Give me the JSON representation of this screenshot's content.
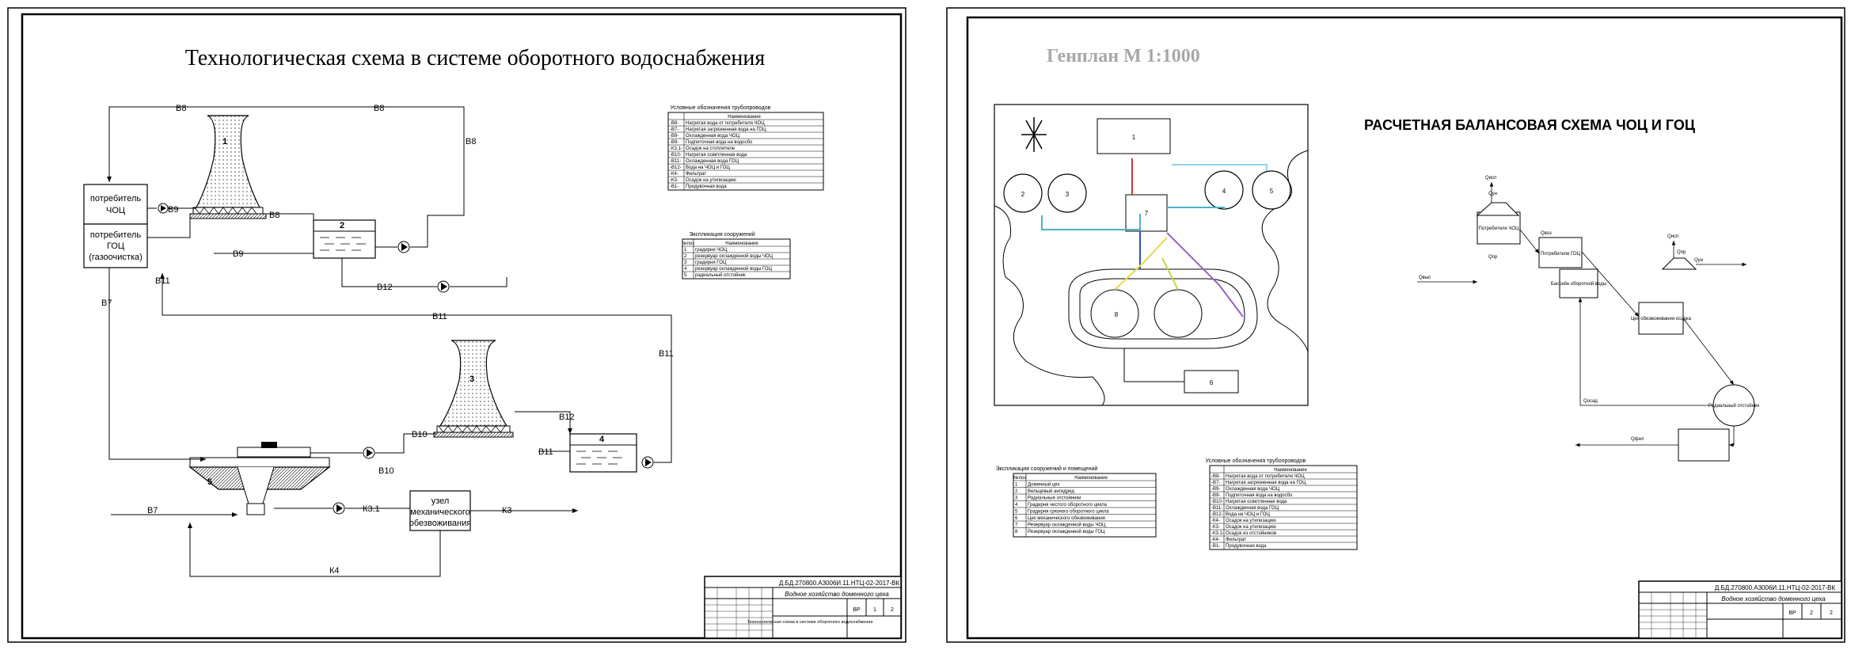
{
  "sheet1": {
    "title": "Технологическая схема в системе оборотного водоснабжения",
    "consumers": {
      "choc_line1": "потребитель",
      "choc_line2": "ЧОЦ",
      "goc_line1": "потребитель",
      "goc_line2": "ГОЦ",
      "goc_line3": "(газоочиcтка)"
    },
    "equipment_numbers": [
      "1",
      "2",
      "3",
      "4",
      "5"
    ],
    "unit_line1": "узел",
    "unit_line2": "механического",
    "unit_line3": "обезвоживания",
    "pipe_labels": {
      "b8_a": "В8",
      "b8_b": "В8",
      "b8_c": "В8",
      "b9_a": "В9",
      "b8_d": "В8",
      "b9_b": "В9",
      "b11_a": "В11",
      "b12_a": "В12",
      "b11_b": "В11",
      "b11_c": "В11",
      "b7_a": "В7",
      "b12_b": "В12",
      "b10_a": "В10",
      "b11_d": "В11",
      "b10_b": "В10",
      "b7_b": "В7",
      "k31": "К3.1",
      "k3": "К3",
      "k4": "К4"
    },
    "legend": {
      "title": "Условные обозначения трубопроводов",
      "header": "Наименование",
      "rows": [
        {
          "code": "-В8-",
          "name": "Нагретая вода от потребителя ЧОЦ"
        },
        {
          "code": "-В7-",
          "name": "Нагретая загрязненная вода на ГОЦ"
        },
        {
          "code": "-В9-",
          "name": "Охлажденная вода ЧОЦ"
        },
        {
          "code": "-В9-",
          "name": "Подпиточная вода на водосбо"
        },
        {
          "code": "-К3.1-",
          "name": "Осадок на стоплителе"
        },
        {
          "code": "-В10-",
          "name": "Нагретая осветленная вода"
        },
        {
          "code": "-В11-",
          "name": "Охлажденная вода ГОЦ"
        },
        {
          "code": "-В12-",
          "name": "Вода на ЧОЦ и ГОЦ"
        },
        {
          "code": "-К4-",
          "name": "Фильтрат"
        },
        {
          "code": "-К3-",
          "name": "Осадок на утилизацию"
        },
        {
          "code": "-В1-",
          "name": "Продувочная вода"
        }
      ]
    },
    "explication": {
      "title": "Экспликация сооружений",
      "header_num": "№поз",
      "header_name": "Наименование",
      "rows": [
        {
          "num": "1",
          "name": "градирня ЧОЦ"
        },
        {
          "num": "2",
          "name": "резервуар охлажденной воды ЧОЦ"
        },
        {
          "num": "3",
          "name": "градирня ГОЦ"
        },
        {
          "num": "4",
          "name": "резервуар охлажденной воды ГОЦ"
        },
        {
          "num": "5",
          "name": "радиальный отстойник"
        }
      ]
    },
    "stamp": {
      "code": "Д.БД.270800.А3006И.11.НТЦ-02-2017-ВК",
      "org": "Водное хозяйство доменного цеха",
      "sheet_title": "Технологическая схема в системе оборотного водоснабжения",
      "stage": "ВР",
      "sheet": "1",
      "sheets": "2"
    }
  },
  "sheet2": {
    "plan_title": "Генплан М 1:1000",
    "balance_title": "РАСЧЕТНАЯ БАЛАНСОВАЯ СХЕМА ЧОЦ И ГОЦ",
    "site_numbers": [
      "1",
      "2",
      "3",
      "4",
      "5",
      "6",
      "7",
      "8"
    ],
    "explication": {
      "title": "Экспликация сооружений и помещений",
      "header_num": "№поз",
      "header_name": "Наименование",
      "rows": [
        {
          "num": "1",
          "name": "Доменный цех"
        },
        {
          "num": "2",
          "name": "Вельцевый ангидрид"
        },
        {
          "num": "3",
          "name": "Радиальные отстойники"
        },
        {
          "num": "4",
          "name": "Градирня чистого оборотного цикла"
        },
        {
          "num": "5",
          "name": "Градирня грязного оборотного цикла"
        },
        {
          "num": "6",
          "name": "Цех механического обезвоживания"
        },
        {
          "num": "7",
          "name": "Резервуар охлажденной воды ЧОЦ"
        },
        {
          "num": "8",
          "name": "Резервуар охлажденной воды ГОЦ"
        }
      ]
    },
    "legend": {
      "title": "Условные обозначения трубопроводов",
      "header": "Наименование",
      "rows": [
        {
          "code": "-В8-",
          "name": "Нагретая вода от потребителя ЧОЦ"
        },
        {
          "code": "-В7-",
          "name": "Нагретая загрязненная вода на ГОЦ"
        },
        {
          "code": "-В9-",
          "name": "Охлажденная вода ЧОЦ"
        },
        {
          "code": "-В9-",
          "name": "Подпиточная вода на водосбо"
        },
        {
          "code": "-В10-",
          "name": "Нагретая осветленная вода"
        },
        {
          "code": "-В11-",
          "name": "Охлажденная вода ГОЦ"
        },
        {
          "code": "-В12-",
          "name": "Вода на ЧОЦ и ГОЦ"
        },
        {
          "code": "-К4-",
          "name": "Осадок на утилизацию"
        },
        {
          "code": "-К3-",
          "name": "Осадок на утилизацию"
        },
        {
          "code": "-К3.1-",
          "name": "Осадок из отстойников"
        },
        {
          "code": "-К4-",
          "name": "Фильтрат"
        },
        {
          "code": "-В1-",
          "name": "Продувочная вода"
        }
      ]
    },
    "balance_boxes": {
      "choc_consumer": "Потребители ЧОЦ",
      "goc_consumer": "Потребители ГОЦ",
      "pool": "Бассейн оборотной воды",
      "clarifier": "Радиальный отстойник",
      "dewater": "Цех обезвоживания осадка"
    },
    "balance_labels": [
      "Qисп",
      "Qун",
      "Qпр",
      "Qвыс",
      "Qвоз",
      "Qисп",
      "Qун",
      "Qпр",
      "Qосад",
      "Qфил"
    ],
    "stamp": {
      "code": "Д.БД.270800.А3006И.11.НТЦ-02-2017-ВК",
      "org": "Водное хозяйство доменного цеха",
      "stage": "ВР",
      "sheet": "2",
      "sheets": "2"
    }
  }
}
